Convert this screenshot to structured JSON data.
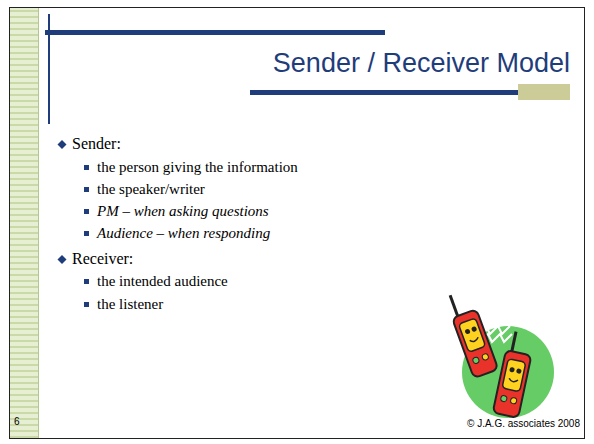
{
  "diagram": {
    "title": "Sender / Receiver Model",
    "labels": [
      "Sender:",
      "the person giving the information",
      "the speaker/writer",
      "PM – when asking questions",
      "Audience – when responding",
      "Receiver:",
      "the intended audience",
      "the listener",
      "6",
      "© J.A.G. associates 2008"
    ]
  }
}
